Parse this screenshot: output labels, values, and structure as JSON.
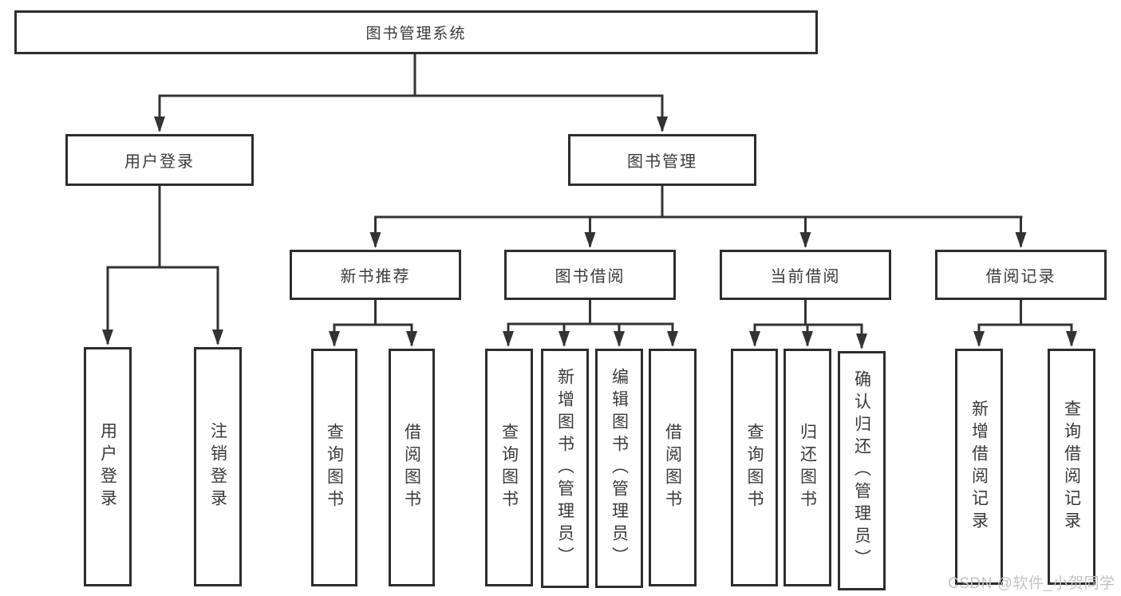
{
  "diagram_title": "图书管理系统",
  "watermark": "CSDN @软件_小贺同学",
  "colors": {
    "line": "#333333",
    "box_border": "#2d2d2d",
    "box_fill": "#ffffff",
    "text": "#3a3a3a",
    "watermark": "#c3c3c3",
    "background": "#ffffff"
  },
  "tree": {
    "label": "图书管理系统",
    "children": [
      {
        "label": "用户登录",
        "children": [
          {
            "label": "用户登录"
          },
          {
            "label": "注销登录"
          }
        ]
      },
      {
        "label": "图书管理",
        "children": [
          {
            "label": "新书推荐",
            "children": [
              {
                "label": "查询图书"
              },
              {
                "label": "借阅图书"
              }
            ]
          },
          {
            "label": "图书借阅",
            "children": [
              {
                "label": "查询图书"
              },
              {
                "label": "新增图书（管理员）"
              },
              {
                "label": "编辑图书（管理员）"
              },
              {
                "label": "借阅图书"
              }
            ]
          },
          {
            "label": "当前借阅",
            "children": [
              {
                "label": "查询图书"
              },
              {
                "label": "归还图书"
              },
              {
                "label": "确认归还（管理员）"
              }
            ]
          },
          {
            "label": "借阅记录",
            "children": [
              {
                "label": "新增借阅记录"
              },
              {
                "label": "查询借阅记录"
              }
            ]
          }
        ]
      }
    ]
  }
}
